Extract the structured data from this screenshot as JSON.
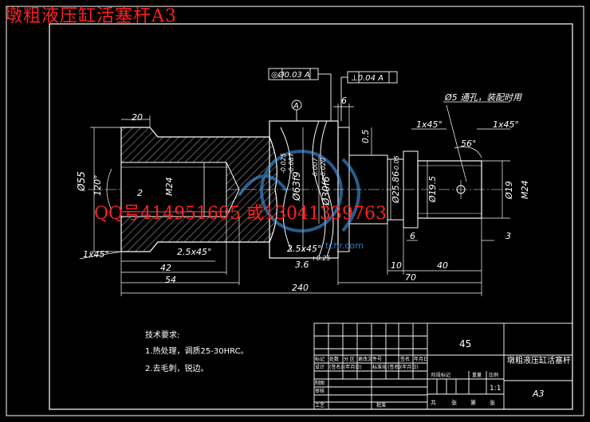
{
  "title": "墩粗液压缸活塞杆A3",
  "watermark_contact": "QQ号414951605   或13041339763",
  "watermark_site_text": "tchr.com",
  "datums": {
    "coaxiality": "◎Ø0.03 A",
    "perpendicularity": "⊥0.04 A",
    "datum_a": "A"
  },
  "dimensions": {
    "d20": "20",
    "d55": "Ø55",
    "a120": "120°",
    "m24_left": "M24",
    "d2": "2",
    "chamfer_left": "1x45°",
    "chamfer_mid": "2.5x45°",
    "d42": "42",
    "d54": "54",
    "d240": "240",
    "d63": "Ø63f9",
    "d63_tol_upper": "-0.025",
    "d63_tol_lower": "-0.087",
    "d30": "Ø30f6",
    "d30_tol_upper": "-0.007",
    "d30_tol_lower": "-0.020",
    "chamfer_25": "2.5x45°",
    "d36": "3.6",
    "d36_tol": "+0.25",
    "d6_top": "6",
    "d05": "0.5",
    "d25": "Ø25.86",
    "d25_tol": "-0.05",
    "d195": "Ø19.5",
    "chamfer_r1": "1x45°",
    "chamfer_r2": "1x45°",
    "hole_note": "Ø5 通孔，装配时用",
    "a56": "56°",
    "d19": "Ø19",
    "m24_right": "M24",
    "d6_bottom": "6",
    "d3": "3",
    "d10": "10",
    "d40": "40",
    "d70": "70"
  },
  "tech_requirements": {
    "title": "技术要求:",
    "item1": "1.热处理，调质25-30HRC。",
    "item2": "2.去毛刺，锐边。"
  },
  "title_block": {
    "material": "45",
    "part_name": "墩粗液压缸活塞杆",
    "row_labels": [
      "标记",
      "处数",
      "分  区",
      "更改文件号",
      "签名",
      "年月日"
    ],
    "design_row": [
      "设计",
      "(签名)",
      "(年月日)",
      "标准化",
      "(签名)",
      "(年月日)"
    ],
    "stage_labels": [
      "阶段标记",
      "重量",
      "比例"
    ],
    "scale": "1:1",
    "check": "审核",
    "process": "工艺",
    "approve": "批准",
    "drawing": "制图",
    "sheet_total": "共",
    "sheet_word": "张",
    "sheet_no": "第",
    "sheet_word2": "张",
    "format": "A3"
  },
  "colors": {
    "background": "#000000",
    "lines": "#ffffff",
    "title_red": "#ff2020",
    "watermark_blue": "#4aa8ff"
  }
}
